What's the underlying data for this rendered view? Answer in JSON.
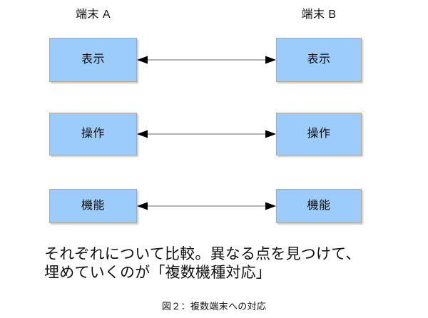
{
  "figure": {
    "background_color": "#ffffff",
    "box_fill_color": "#9CCCFB",
    "box_border_color": "#B9A78C",
    "arrow_line_color": "#9a9a9a",
    "arrow_head_color": "#000000",
    "text_color": "#111111"
  },
  "columns": {
    "left_header": "端末 A",
    "right_header": "端末 B"
  },
  "rows": [
    {
      "left_label": "表示",
      "right_label": "表示",
      "connector": "double-headed-arrow"
    },
    {
      "left_label": "操作",
      "right_label": "操作",
      "connector": "double-headed-arrow"
    },
    {
      "left_label": "機能",
      "right_label": "機能",
      "connector": "double-headed-arrow"
    }
  ],
  "body_caption": {
    "line1": "それぞれについて比較。異なる点を見つけて、",
    "line2": "埋めていくのが「複数機種対応」"
  },
  "figure_caption": "図２：複数端末への対応"
}
